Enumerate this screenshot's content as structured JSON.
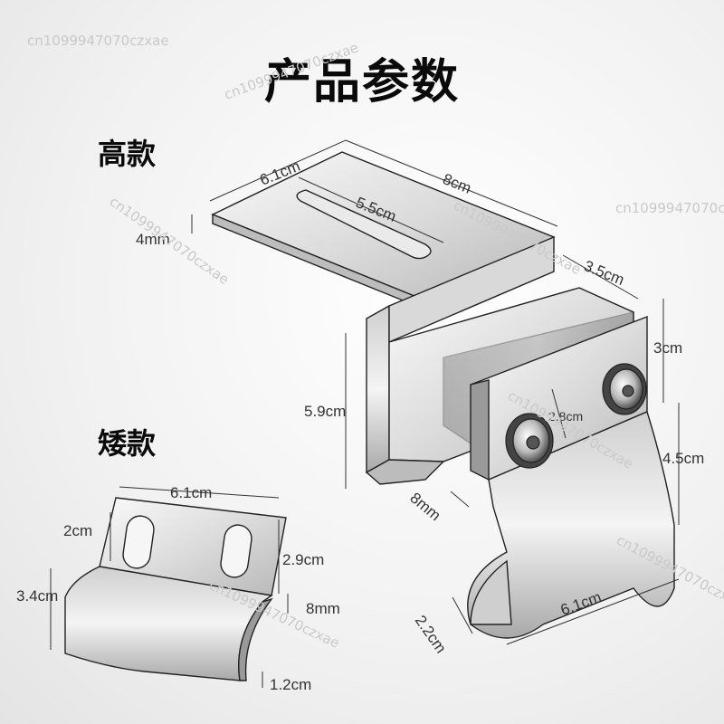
{
  "title": "产品参数",
  "variants": {
    "tall": "高款",
    "low": "矮款"
  },
  "tall_dims": {
    "width_top": "6.1cm",
    "length": "8cm",
    "slot": "5.5cm",
    "thickness": "4mm",
    "clamp_depth": "3.5cm",
    "clamp_height": "3cm",
    "height": "5.9cm",
    "hole_spacing": "2.8cm",
    "hook_height": "4.5cm",
    "gap": "8mm",
    "hook_width": "6.1cm",
    "hook_depth": "2.2cm"
  },
  "low_dims": {
    "width": "6.1cm",
    "slot": "2cm",
    "upper_height": "2.9cm",
    "total_height": "3.4cm",
    "gap": "8mm",
    "lip": "1.2cm"
  },
  "watermark": "cn1099947070czxae"
}
